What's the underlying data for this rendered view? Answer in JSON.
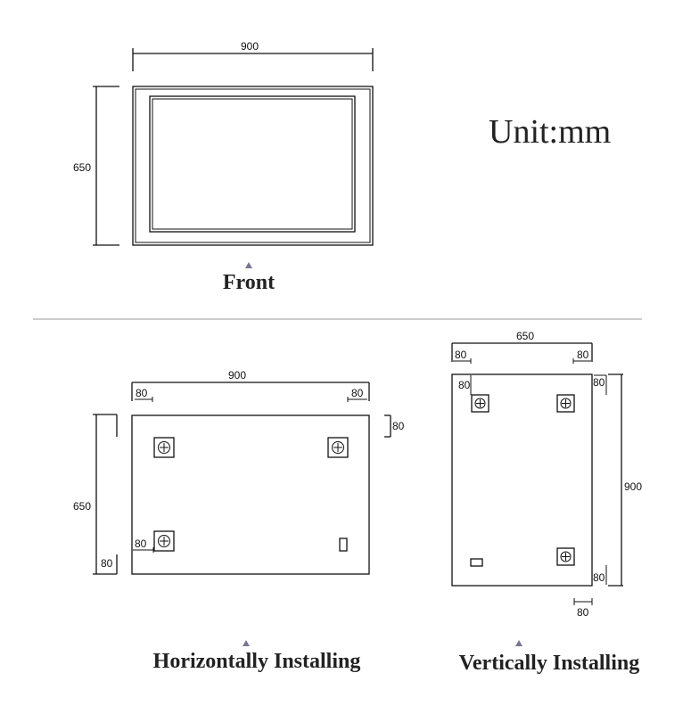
{
  "unit_label": "Unit:mm",
  "front": {
    "caption": "Front",
    "width_label": "900",
    "height_label": "650"
  },
  "horizontal": {
    "caption": "Horizontally Installing",
    "width_label": "900",
    "height_label": "650",
    "left_margin_label": "80",
    "right_margin_label": "80",
    "top_margin_label": "80",
    "bottom_margin_label": "80",
    "inner_left_label": "80"
  },
  "vertical": {
    "caption": "Vertically Installing",
    "width_label": "650",
    "height_label": "900",
    "left_margin_label": "80",
    "right_margin_label": "80",
    "inner_top_label": "80",
    "top_margin_label": "80",
    "bottom_margin_label": "80",
    "below_label": "80"
  },
  "colors": {
    "line": "#111111",
    "divider": "#999999",
    "marker": "#7a7399"
  }
}
